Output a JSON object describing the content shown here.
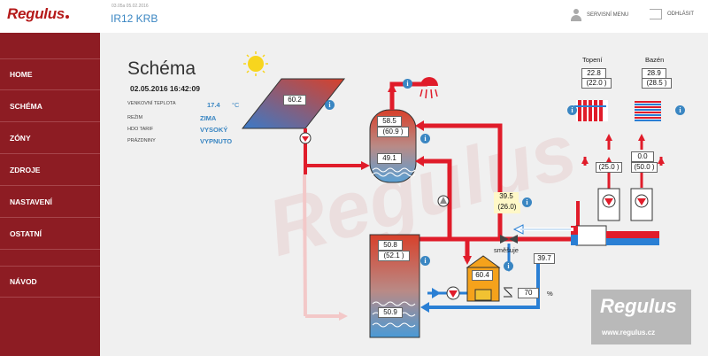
{
  "header": {
    "logo": "Regulus",
    "version": "03.05a 05.02.2016",
    "device": "IR12 KRB",
    "service_menu": "SERVISNÍ MENU",
    "logout": "ODHLÁSIT"
  },
  "sidebar": {
    "items": [
      {
        "label": "HOME"
      },
      {
        "label": "SCHÉMA"
      },
      {
        "label": "ZÓNY"
      },
      {
        "label": "ZDROJE"
      },
      {
        "label": "NASTAVENÍ"
      },
      {
        "label": "OSTATNÍ"
      },
      {
        "label": "NÁVOD"
      }
    ]
  },
  "page": {
    "title": "Schéma",
    "datetime": "02.05.2016 16:42:09",
    "info": [
      {
        "label": "VENKOVNÍ TEPLOTA",
        "value": "17.4",
        "unit": "°C"
      },
      {
        "label": "REŽIM",
        "value": "ZIMA"
      },
      {
        "label": "HDO TARIF",
        "value": "VYSOKÝ"
      },
      {
        "label": "PRÁZDNINY",
        "value": "VYPNUTO"
      }
    ]
  },
  "schema": {
    "solar": "60.2",
    "tank_top_1": "58.5",
    "tank_top_2": "(60.9  )",
    "tank_mid": "49.1",
    "mixer_1": "39.5",
    "mixer_2": "(26.0)",
    "mixer_label": "směšuje",
    "return": "39.7",
    "store_top_1": "50.8",
    "store_top_2": "(52.1  )",
    "store_bottom": "50.9",
    "boiler": "60.4",
    "boiler_pct": "70",
    "pct_sign": "%",
    "heating_label": "Topení",
    "heating_1": "22.8",
    "heating_2": "(22.0  )",
    "heating_flow": "(25.0  )",
    "pool_label": "Bazén",
    "pool_1": "28.9",
    "pool_2": "(28.5  )",
    "pool_flow_1": "0.0",
    "pool_flow_2": "(50.0  )",
    "info_glyph": "i"
  },
  "footer": {
    "brand": "Regulus",
    "url": "www.regulus.cz"
  },
  "colors": {
    "sidebar": "#8d1c23",
    "accent_blue": "#3a86c2",
    "pipe_red": "#e01c2a",
    "pipe_blue": "#2a7fd4"
  }
}
